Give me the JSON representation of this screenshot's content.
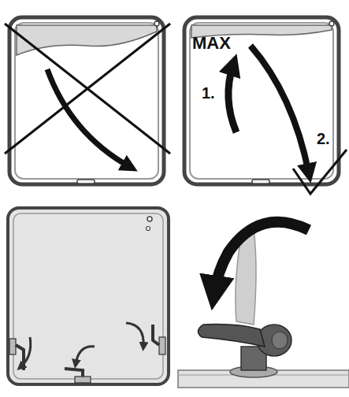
{
  "diagram": {
    "labels": [
      "MAX",
      "1.",
      "2."
    ]
  }
}
